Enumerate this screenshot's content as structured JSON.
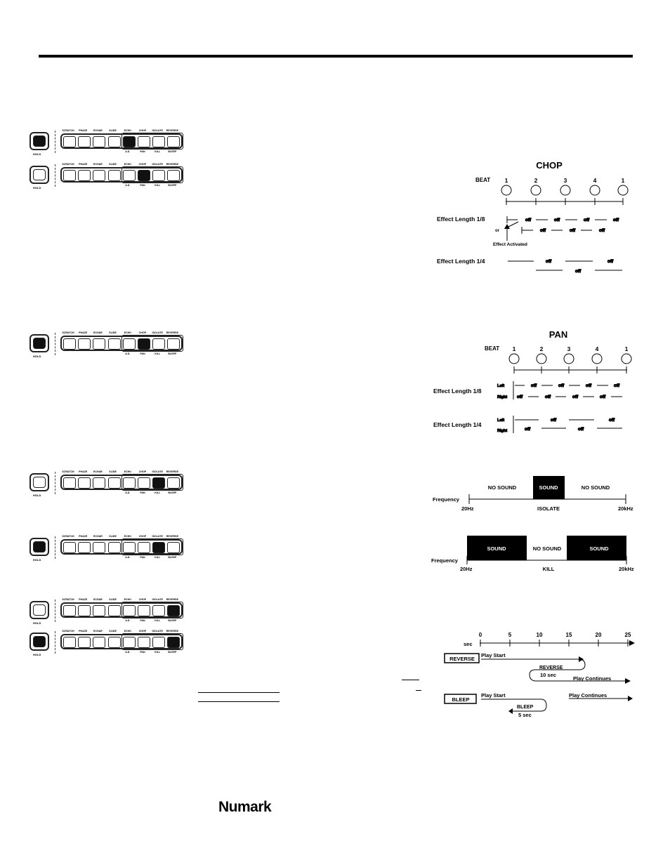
{
  "panel": {
    "hold_label": "HOLD",
    "top_labels": [
      "SCRATCH",
      "PHAZE",
      "ECHAR",
      "SLIDE",
      "ECHO",
      "CHOP",
      "ISOLATE",
      "REVERSE"
    ],
    "bottom_labels": [
      "",
      "",
      "",
      "",
      "A.D.",
      "PAN",
      "KILL",
      "BLEEP"
    ]
  },
  "panels": [
    {
      "hold_on": true,
      "active": 4
    },
    {
      "hold_on": false,
      "active": 5
    },
    {
      "hold_on": true,
      "active": 5
    },
    {
      "hold_on": false,
      "active": 6
    },
    {
      "hold_on": true,
      "active": 6
    },
    {
      "hold_on": false,
      "active": 7
    },
    {
      "hold_on": true,
      "active": 7
    }
  ],
  "chop": {
    "title": "CHOP",
    "beat_label": "BEAT",
    "beats": [
      "1",
      "2",
      "3",
      "4",
      "1"
    ],
    "len18_label": "Effect Length  1/8",
    "or_label": "or",
    "activated_label": "Effect Activated",
    "len14_label": "Effect Length  1/4",
    "off": "off"
  },
  "pan": {
    "title": "PAN",
    "beat_label": "BEAT",
    "beats": [
      "1",
      "2",
      "3",
      "4",
      "1"
    ],
    "len18_label": "Effect Length  1/8",
    "len14_label": "Effect Length  1/4",
    "left": "Left",
    "right": "Right",
    "off": "off"
  },
  "isolate": {
    "frequency": "Frequency",
    "no_sound": "NO SOUND",
    "sound": "SOUND",
    "low": "20Hz",
    "high": "20kHz",
    "name": "ISOLATE"
  },
  "kill": {
    "frequency": "Frequency",
    "no_sound": "NO SOUND",
    "sound": "SOUND",
    "low": "20Hz",
    "high": "20kHz",
    "name": "KILL"
  },
  "timeline": {
    "sec": "sec",
    "ticks": [
      "0",
      "5",
      "10",
      "15",
      "20",
      "25"
    ],
    "reverse_box": "REVERSE",
    "play_start": "Play Start",
    "reverse_lbl": "REVERSE",
    "reverse_time": "10 sec",
    "play_continues": "Play Continues",
    "bleep_box": "BLEEP",
    "bleep_lbl": "BLEEP",
    "bleep_time": "5 sec"
  },
  "logo": "Numark"
}
